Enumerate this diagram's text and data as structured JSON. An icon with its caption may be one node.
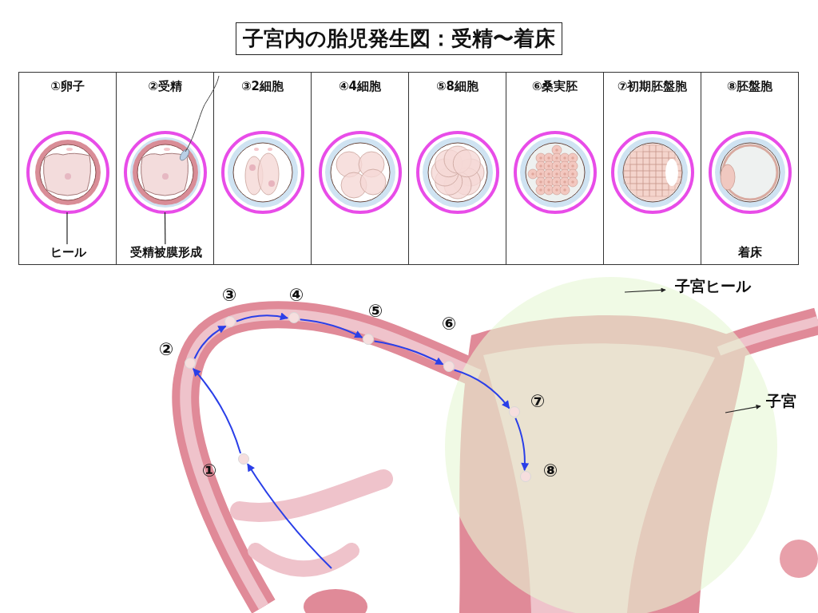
{
  "diagram": {
    "title": "子宮内の胎児発生図：受精〜着床",
    "nodes": [
      {
        "text": [
          "①卵子"
        ]
      },
      {
        "text": [],
        "shape": "picture",
        "in": 0
      },
      {
        "text": [
          "ヒール"
        ],
        "in": 0
      },
      {
        "text": [
          "②受精"
        ]
      },
      {
        "text": [],
        "shape": "picture",
        "in": 3
      },
      {
        "text": [
          "受精被膜形成"
        ],
        "in": 3
      },
      {
        "text": [
          "③2細胞"
        ]
      },
      {
        "text": [],
        "shape": "picture",
        "in": 6
      },
      {
        "text": [
          "④4細胞"
        ]
      },
      {
        "text": [],
        "shape": "picture",
        "in": 8
      },
      {
        "text": [
          "⑤8細胞"
        ]
      },
      {
        "text": [],
        "shape": "picture",
        "in": 10
      },
      {
        "text": [
          "⑥桑実胚"
        ]
      },
      {
        "text": [],
        "shape": "picture",
        "in": 12
      },
      {
        "text": [
          "⑦初期胚盤胞"
        ]
      },
      {
        "text": [],
        "shape": "picture",
        "in": 14
      },
      {
        "text": [
          "⑧胚盤胞",
          "着床"
        ]
      },
      {
        "text": [],
        "shape": "picture",
        "in": 16
      },
      {
        "text": [
          "子宮ヒール"
        ]
      },
      {
        "text": [
          "子宮"
        ]
      },
      {
        "text": [],
        "shape": "circle",
        "beside": [
          "①"
        ]
      },
      {
        "text": [],
        "shape": "circle",
        "beside": [
          "②"
        ]
      },
      {
        "text": [],
        "shape": "circle",
        "beside": [
          "③"
        ]
      },
      {
        "text": [],
        "shape": "circle",
        "beside": [
          "④"
        ]
      },
      {
        "text": [],
        "shape": "circle",
        "beside": [
          "⑤"
        ]
      },
      {
        "text": [],
        "shape": "circle",
        "beside": [
          "⑥"
        ]
      },
      {
        "text": [],
        "shape": "circle",
        "beside": [
          "⑦"
        ]
      },
      {
        "text": [],
        "shape": "circle",
        "beside": [
          "⑧"
        ]
      }
    ],
    "edges": [
      {
        "from": 2,
        "to": 1,
        "arrow": "none",
        "color": "#222222"
      },
      {
        "from": 5,
        "to": 4,
        "arrow": "none",
        "color": "#222222"
      },
      {
        "from": null,
        "to": 18,
        "arrow": "to",
        "color": "#222222"
      },
      {
        "from": null,
        "to": 19,
        "arrow": "to",
        "color": "#222222"
      },
      {
        "from": null,
        "to": 20,
        "arrow": "to"
      },
      {
        "from": 20,
        "to": 21,
        "arrow": "to"
      },
      {
        "from": 21,
        "to": 22,
        "arrow": "to"
      },
      {
        "from": 22,
        "to": 23,
        "arrow": "to"
      },
      {
        "from": 23,
        "to": 24,
        "arrow": "to"
      },
      {
        "from": 24,
        "to": 25,
        "arrow": "to"
      },
      {
        "from": 25,
        "to": 26,
        "arrow": "to"
      },
      {
        "from": 26,
        "to": 27,
        "arrow": "to"
      }
    ]
  }
}
